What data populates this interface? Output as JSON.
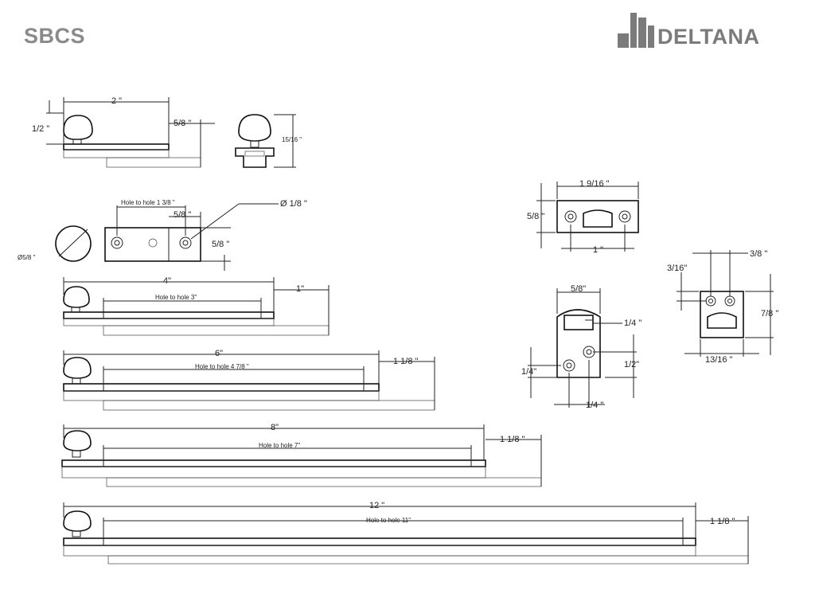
{
  "header": {
    "model": "SBCS",
    "brand": "DELTANA"
  },
  "icons": {
    "logo": "deltana-logo-icon"
  },
  "colors": {
    "header_text": "#8a8a8a",
    "logo": "#7b7b7b",
    "line": "#222222"
  },
  "top_view": {
    "length": "2 \"",
    "height": "1/2 \"",
    "offset": "5/8 \"",
    "side_height": "15/16 \""
  },
  "plan_view": {
    "hole_to_hole": "Hole to hole   1 3/8 \"",
    "end_offset": "5/8 \"",
    "screw_dia": "Ø 1/8 \"",
    "width": "5/8 \"",
    "knob_dia": "Ø5/8 \""
  },
  "bolts": [
    {
      "length": "4\"",
      "hole_to_hole": "Hole to hole   3\"",
      "offset": "1\""
    },
    {
      "length": "6\"",
      "hole_to_hole": "Hole to hole   4 7/8 \"",
      "offset": "1 1/8 \""
    },
    {
      "length": "8\"",
      "hole_to_hole": "Hole to hole   7\"",
      "offset": "1 1/8 \""
    },
    {
      "length": "12 \"",
      "hole_to_hole": "Hole to hole   11\"",
      "offset": "1 1/8 \""
    }
  ],
  "strike_plate": {
    "width": "1  9/16 \"",
    "height": "5/8 \"",
    "hole_spacing": "1 \""
  },
  "angle_strike": {
    "width": "5/8\"",
    "slot_offset": "1/4 \"",
    "bottom_height": "1/4\"",
    "hole_vertical": "1/2\"",
    "hole_horizontal": "1/4 \""
  },
  "keeper": {
    "hole_top": "3/16\"",
    "hole_spacing": "3/8 \"",
    "height": "7/8 \"",
    "width": "13/16 \""
  }
}
